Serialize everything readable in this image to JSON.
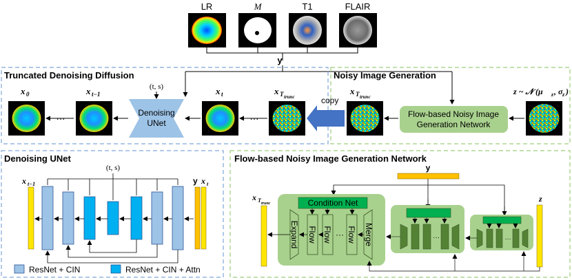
{
  "inputs": {
    "lr": "LR",
    "mask": "M",
    "t1": "T1",
    "flair": "FLAIR",
    "y": "y"
  },
  "sections": {
    "truncated": "Truncated Denoising Diffusion",
    "noisy": "Noisy Image Generation",
    "unet": "Denoising UNet",
    "flow": "Flow-based Noisy Image Generation Network"
  },
  "top": {
    "x0": "x",
    "x0_sub": "0",
    "x_tm1": "x",
    "x_tm1_sub": "t−1",
    "ts": "(t, s)",
    "denoising_unet": [
      "Denoising",
      "UNet"
    ],
    "x_t": "x",
    "x_t_sub": "t",
    "x_T": "x",
    "x_T_sub": "T",
    "x_T_subsub": "trunc",
    "ellipsis": "···",
    "copy": "copy",
    "flow_network": [
      "Flow-based Noisy Image",
      "Generation Network"
    ],
    "z_dist": "z ~ 𝒩 (μ",
    "z_dist_mid": "z",
    "z_dist_sig": ", σ",
    "z_dist_end": ")"
  },
  "unet": {
    "ts": "(t, s)",
    "x_tm1": "x",
    "x_tm1_sub": "t−1",
    "y": "y",
    "x_t": "x",
    "x_t_sub": "t",
    "legend": [
      {
        "label": "ResNet + CIN",
        "color": "#9dc3e6"
      },
      {
        "label": "ResNet + CIN + Attn",
        "color": "#00b0f0"
      }
    ]
  },
  "flow": {
    "y": "y",
    "z": "z",
    "x_T": "x",
    "x_T_sub": "T",
    "x_T_subsub": "trunc",
    "condition_net": "Condition Net",
    "expand": "Expand",
    "flow1": "Flow",
    "flow2": "Flow",
    "flow3": "Flow",
    "merge": "Merge",
    "ellipsis": "···"
  },
  "colors": {
    "dashed_blue": "#7fa7d9",
    "dashed_green": "#9ccf7c",
    "unet_shape": "#9dc3e6",
    "green_box": "#a9d18e",
    "green_dark": "#548235",
    "bright_green": "#00b050",
    "yellow": "#ffe600",
    "orange": "#ffc000",
    "arrow_blue": "#4472c4"
  }
}
